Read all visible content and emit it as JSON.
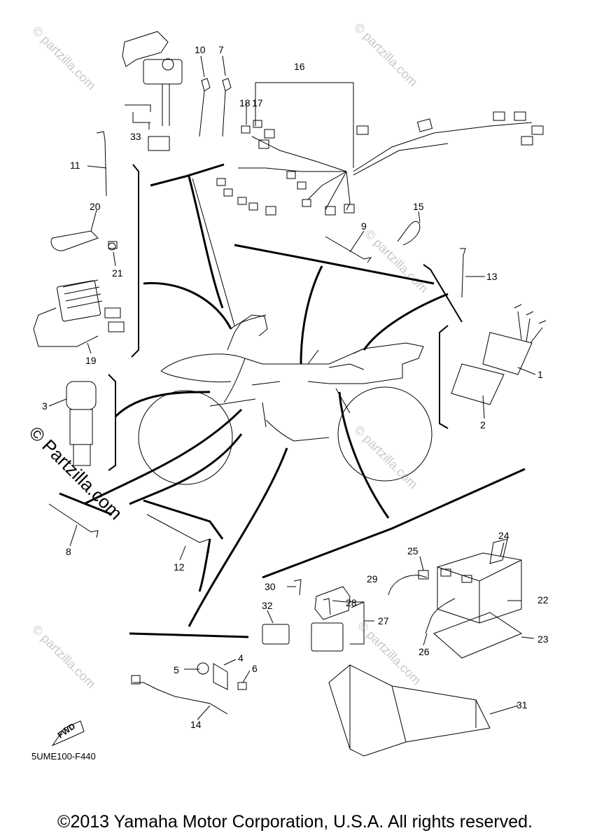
{
  "parts": [
    "1",
    "2",
    "3",
    "4",
    "5",
    "6",
    "7",
    "8",
    "9",
    "10",
    "11",
    "12",
    "13",
    "14",
    "15",
    "16",
    "17",
    "18",
    "19",
    "20",
    "21",
    "22",
    "23",
    "24",
    "25",
    "26",
    "27",
    "28",
    "29",
    "30",
    "31",
    "32",
    "33"
  ],
  "drawing_code": "5UME100-F440",
  "fwd_label": "FWD",
  "watermark_main": "© Partzilla.com",
  "watermark_small": "© partzilla.com",
  "copyright": "©2013 Yamaha Motor Corporation, U.S.A. All rights reserved."
}
